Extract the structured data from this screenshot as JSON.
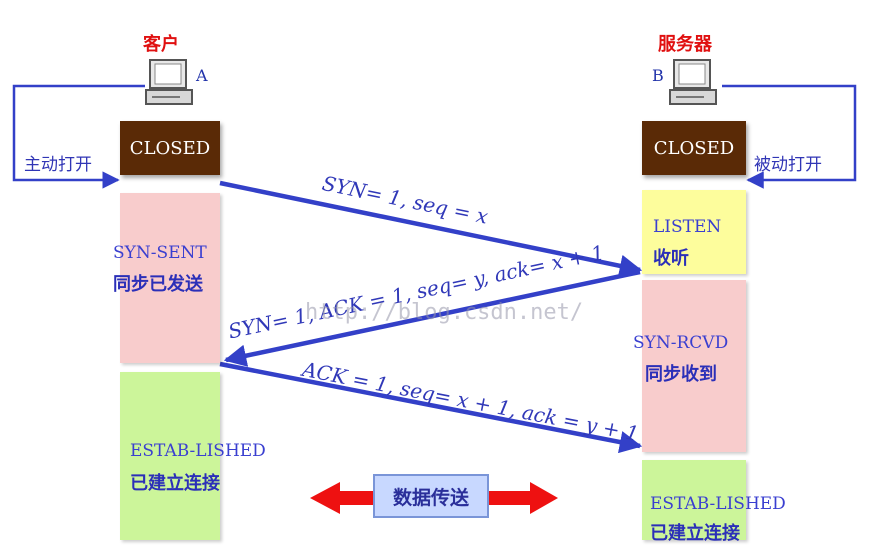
{
  "client": {
    "title": "客户",
    "letter": "A",
    "closed": "CLOSED",
    "open_label": "主动打开",
    "syn_sent_en": "SYN-SENT",
    "syn_sent_cn": "同步已发送",
    "established_en": "ESTAB-LISHED",
    "established_cn": "已建立连接"
  },
  "server": {
    "title": "服务器",
    "letter": "B",
    "closed": "CLOSED",
    "open_label": "被动打开",
    "listen_en": "LISTEN",
    "listen_cn": "收听",
    "syn_rcvd_en": "SYN-RCVD",
    "syn_rcvd_cn": "同步收到",
    "established_en": "ESTAB-LISHED",
    "established_cn": "已建立连接"
  },
  "messages": {
    "syn": "SYN= 1, seq = x",
    "syn_ack": "SYN= 1, ACK = 1, seq= y, ack= x + 1",
    "ack": "ACK = 1, seq= x + 1, ack = y + 1"
  },
  "data_transfer": "数据传送",
  "watermark": "http://blog.csdn.net/",
  "colors": {
    "arrow": "#3340c8",
    "closed_bg": "#5a2a06",
    "syn_bg": "#f8cccc",
    "established_bg": "#ccf59a",
    "listen_bg": "#fdfd9c",
    "title": "#e01010",
    "data_arrow": "#ee1111"
  }
}
